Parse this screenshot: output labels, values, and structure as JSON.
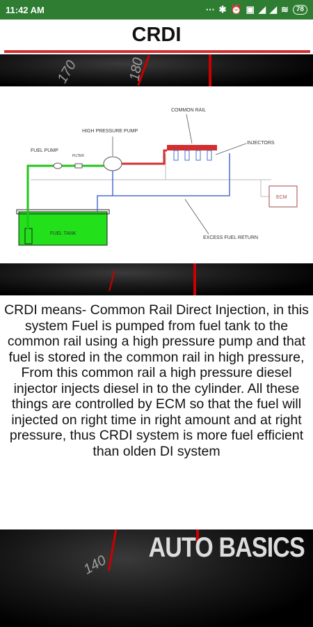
{
  "status_bar": {
    "time": "11:42 AM",
    "battery": "78",
    "icons": [
      "dots-icon",
      "bluetooth-icon",
      "alarm-icon",
      "vibrate-icon",
      "signal-icon",
      "signal-icon",
      "wifi-icon",
      "battery-icon"
    ]
  },
  "header": {
    "title": "CRDI"
  },
  "diagram": {
    "labels": {
      "common_rail": "COMMON RAIL",
      "high_pressure_pump": "HIGH PRESSURE PUMP",
      "fuel_pump": "FUEL PUMP",
      "filter": "FILTER",
      "injectors": "INJECTORS",
      "ecm": "ECM",
      "fuel_tank": "FUEL TANK",
      "excess_fuel_return": "EXCESS FUEL RETURN"
    },
    "colors": {
      "supply": "#22c51a",
      "high_pressure": "#d32f2f",
      "return": "#4a6fd0",
      "tank": "#22e01a"
    }
  },
  "description": "CRDI means- Common Rail Direct Injection, in this system Fuel is pumped from fuel tank to the common rail using a high pressure pump and that fuel is stored in the common rail in high pressure, From this common rail a high pressure diesel injector injects diesel in to the cylinder. All these things are controlled by ECM so that the fuel will injected on right time in right amount and at right pressure, thus CRDI system is more fuel efficient than olden DI system",
  "watermark": "AUTO BASICS",
  "gauge_numbers": [
    "170",
    "180",
    "140"
  ],
  "theme": {
    "status_bar_bg": "#2e7d32",
    "accent": "#d32f2f"
  }
}
